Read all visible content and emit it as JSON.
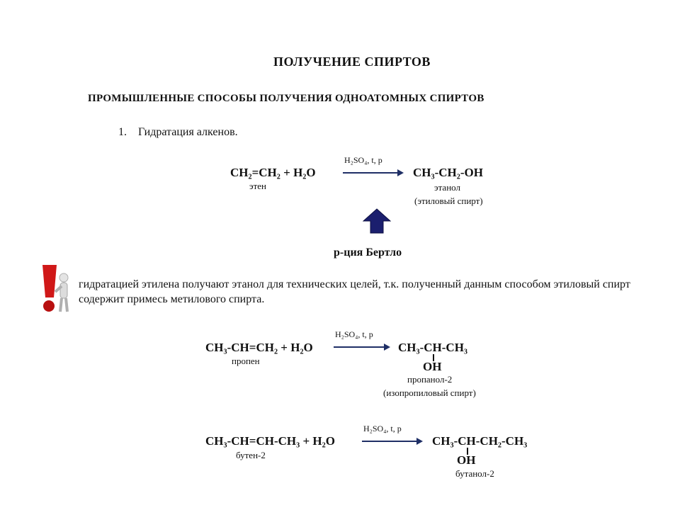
{
  "title": "ПОЛУЧЕНИЕ СПИРТОВ",
  "subtitle": "ПРОМЫШЛЕННЫЕ СПОСОБЫ ПОЛУЧЕНИЯ ОДНОАТОМНЫХ СПИРТОВ",
  "item1": {
    "number": "1.",
    "text": "Гидратация алкенов."
  },
  "condition": "H₂SO₄, t, p",
  "reaction1": {
    "reactants": "CH₂=CH₂ + H₂O",
    "reactant_label": "этен",
    "product": "CH₃-CH₂-OH",
    "product_label": "этанол",
    "product_label2": "(этиловый спирт)"
  },
  "bertlo": "р-ция Бертло",
  "note": "гидратацией этилена получают этанол для технических целей, т.к. полученный данным способом этиловый спирт содержит примесь метилового спирта.",
  "reaction2": {
    "reactants": "CH₃-CH=CH₂ + H₂O",
    "reactant_label": "пропен",
    "product": "CH₃-CH-CH₃",
    "branch": "OH",
    "product_label": "пропанол-2",
    "product_label2": "(изопропиловый спирт)"
  },
  "reaction3": {
    "reactants": "CH₃-CH=CH-CH₃ + H₂O",
    "reactant_label": "бутен-2",
    "product": "CH₃-CH-CH₂-CH₃",
    "branch": "OH",
    "product_label": "бутанол-2"
  },
  "colors": {
    "arrow": "#1f2f66",
    "up_arrow": "#1b1f6e",
    "exclaim": "#d01818"
  },
  "icons": [
    "up-arrow-icon",
    "exclamation-figure-icon"
  ]
}
